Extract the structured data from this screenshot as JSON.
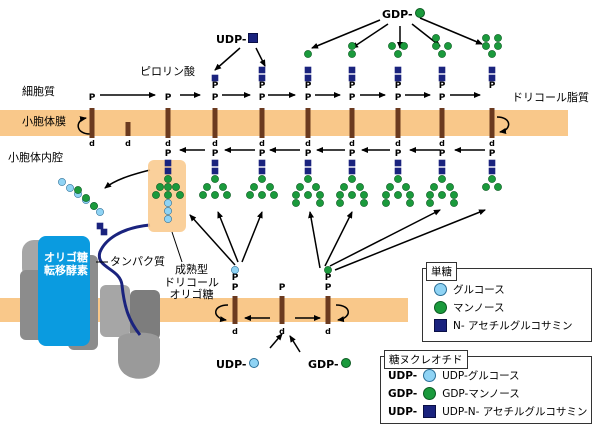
{
  "labels": {
    "cytoplasm": "細胞質",
    "er_membrane": "小胞体膜",
    "er_lumen": "小胞体内腔",
    "pyrophosphate": "ピロリン酸",
    "dolichol_lipid": "ドリコール脂質",
    "ost": "オリゴ糖\n転移酵素",
    "protein": "タンパク質",
    "mature_oligo": "成熟型\nドリコール\nオリゴ糖",
    "udp_top": "UDP-",
    "gdp_top": "GDP-",
    "udp_bottom": "UDP-",
    "gdp_bottom": "GDP-",
    "p": "P",
    "d": "d"
  },
  "legend_sugar": {
    "title": "単糖",
    "items": [
      {
        "icon": "glucose-circle-icon",
        "label": "グルコース"
      },
      {
        "icon": "mannose-circle-icon",
        "label": "マンノース"
      },
      {
        "icon": "glcnac-square-icon",
        "label": "N- アセチルグルコサミン"
      }
    ]
  },
  "legend_nucleotide": {
    "title": "糖ヌクレオチド",
    "items": [
      {
        "prefix": "UDP-",
        "icon": "glucose-circle-icon",
        "label": "UDP-グルコース"
      },
      {
        "prefix": "GDP-",
        "icon": "mannose-circle-icon",
        "label": "GDP-マンノース"
      },
      {
        "prefix": "UDP-",
        "icon": "glcnac-square-icon",
        "label": "UDP-N- アセチルグルコサミン"
      }
    ]
  },
  "colors": {
    "membrane": "#f9c88a",
    "dolichol": "#6b3a1f",
    "glucose": "#8fd3f4",
    "mannose": "#1a9a3c",
    "glcnac": "#1a237e",
    "ost_blue": "#0a9be0",
    "gray": "#9a9a9a",
    "protein": "#1a237e"
  }
}
